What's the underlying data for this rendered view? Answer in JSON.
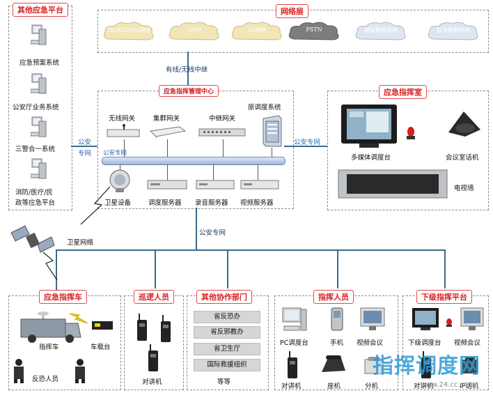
{
  "left_panel": {
    "title": "其他应急平台",
    "items": [
      "应急预案系统",
      "公安厅业务系统",
      "三警合一系统",
      "消防/医疗/民",
      "政等应急平台"
    ]
  },
  "network_layer": {
    "title": "网络层",
    "clouds": [
      "TD-SCDMA网络",
      "GSM",
      "3G网络",
      "PSTN",
      "模拟集群网络",
      "数字集群网络"
    ]
  },
  "link_label": "有线/无线中继",
  "center": {
    "title": "应急指挥管理中心",
    "gateways": [
      "无线网关",
      "集群网关",
      "中继网关"
    ],
    "original_system": "原调度系统",
    "bus_label": "公安专网",
    "servers": [
      "卫星设备",
      "调度服务器",
      "录音服务器",
      "视频服务器"
    ]
  },
  "left_link_label": [
    "公安",
    "专网"
  ],
  "right_link_label": "公安专网",
  "command_room": {
    "title": "应急指挥室",
    "items": [
      "多媒体调度台",
      "会议室话机",
      "电视墙"
    ]
  },
  "satellite_label": "卫星网络",
  "main_link_label": "公安专网",
  "vehicle": {
    "title": "应急指挥车",
    "items": [
      "指挥车",
      "车载台",
      "反恐人员"
    ]
  },
  "patrol": {
    "title": "巡逻人员",
    "items": [
      "对讲机"
    ]
  },
  "other_dept": {
    "title": "其他协作部门",
    "items": [
      "省反恐办",
      "省反邪教办",
      "省卫生厅",
      "国际救援组织",
      "等等"
    ]
  },
  "commander": {
    "title": "指挥人员",
    "items": [
      "PC调度台",
      "手机",
      "视频会议",
      "对讲机",
      "座机",
      "分机"
    ]
  },
  "lower_platform": {
    "title": "下级指挥平台",
    "items": [
      "下级调度台",
      "视频会议",
      "对讲机",
      "IP话机"
    ]
  },
  "watermark": {
    "main": "指挥调度网",
    "sub": "www.24.cc.com"
  }
}
